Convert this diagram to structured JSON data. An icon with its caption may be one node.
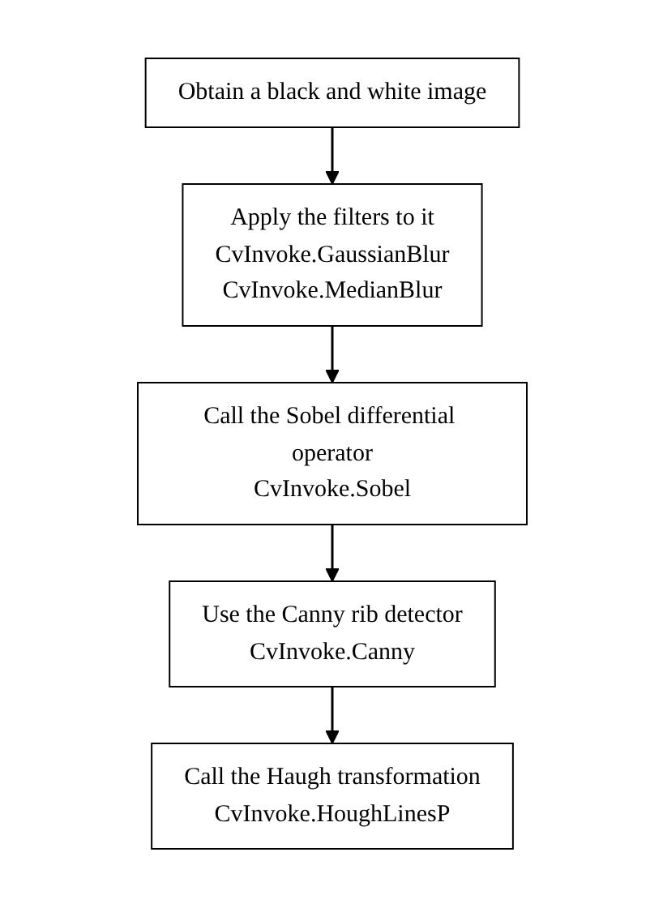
{
  "diagram": {
    "nodes": [
      {
        "text": [
          "Obtain a black and white image"
        ]
      },
      {
        "text": [
          "Apply the filters to it",
          "CvInvoke.GaussianBlur",
          "CvInvoke.MedianBlur"
        ]
      },
      {
        "text": [
          "Call the Sobel differential operator",
          "CvInvoke.Sobel"
        ]
      },
      {
        "text": [
          "Use the Canny rib detector",
          "CvInvoke.Canny"
        ]
      },
      {
        "text": [
          "Call the Haugh transformation",
          "CvInvoke.HoughLinesP"
        ]
      }
    ],
    "edges": [
      {
        "from": 0,
        "to": 1,
        "arrow": "to"
      },
      {
        "from": 1,
        "to": 2,
        "arrow": "to"
      },
      {
        "from": 2,
        "to": 3,
        "arrow": "to"
      },
      {
        "from": 3,
        "to": 4,
        "arrow": "to"
      }
    ]
  }
}
